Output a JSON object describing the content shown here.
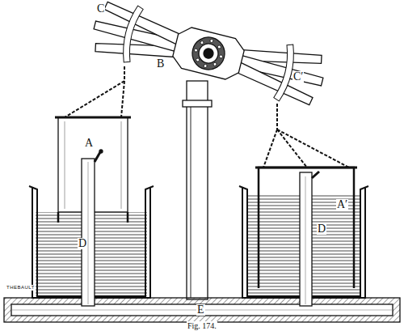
{
  "diagram": {
    "caption": "Fig. 174.",
    "labels": [
      "C",
      "B",
      "C′",
      "A",
      "A′",
      "D",
      "D",
      "E",
      "THEBAULT"
    ]
  }
}
